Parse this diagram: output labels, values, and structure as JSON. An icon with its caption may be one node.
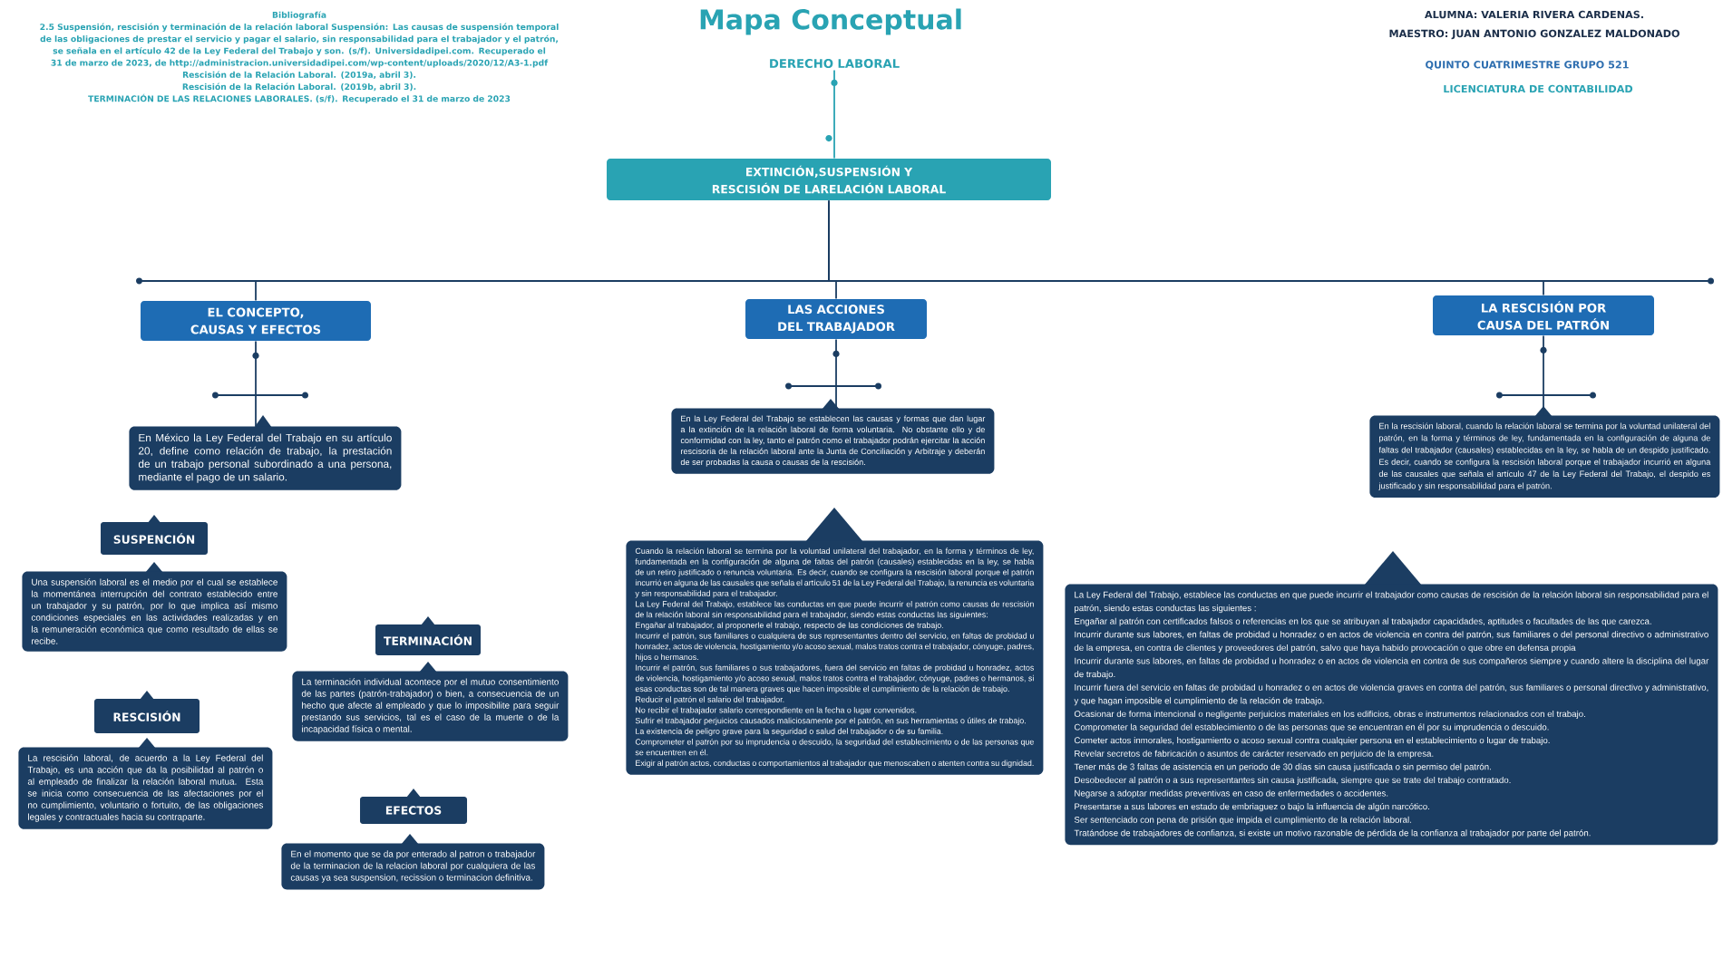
{
  "diagram": {
    "title": "Mapa Conceptual",
    "nodes": [
      {
        "text": [
          "DERECHO LABORAL"
        ]
      },
      {
        "text": [
          "EXTINCIÓN,SUSPENSIÓN Y RESCISIÓN DE LARELACIÓN LABORAL"
        ]
      },
      {
        "text": [
          "EL CONCEPTO, CAUSAS Y EFECTOS"
        ]
      },
      {
        "text": [
          "LAS ACCIONES DEL TRABAJADOR"
        ]
      },
      {
        "text": [
          "LA RESCISIÓN POR CAUSA DEL PATRÓN"
        ]
      },
      {
        "text": [
          "En México la Ley Federal del Trabajo en su artículo 20, define como relación de trabajo, la prestación de un trabajo personal subordinado a una persona, mediante el pago de un salario."
        ]
      },
      {
        "text": [
          "SUSPENCIÓN"
        ]
      },
      {
        "text": [
          "Una suspensión laboral es el medio por el cual se establece la momentánea interrupción del contrato establecido entre un trabajador y su patrón, por lo que implica así mismo condiciones especiales en las actividades realizadas y en la remuneración económica que como resultado de ellas se recibe."
        ]
      },
      {
        "text": [
          "RESCISIÓN"
        ]
      },
      {
        "text": [
          "La rescisión laboral, de acuerdo a la Ley Federal del Trabajo, es una acción que da la posibilidad al patrón o al empleado de finalizar la relación laboral mutua. Esta se inicia como consecuencia de las afectaciones por el no cumplimiento, voluntario o fortuito, de las obligaciones legales y contractuales hacia su contraparte."
        ]
      },
      {
        "text": [
          "TERMINACIÓN"
        ]
      },
      {
        "text": [
          "La terminación individual acontece por el mutuo consentimiento de las partes (patrón-trabajador) o bien, a consecuencia de un hecho que afecte al empleado y que lo imposibilite para seguir prestando sus servicios, tal es el caso de la muerte o de la incapacidad física o mental."
        ]
      },
      {
        "text": [
          "EFECTOS"
        ]
      },
      {
        "text": [
          "En el momento que se da por enterado al patron o trabajador de la terminacion de la relacion laboral por cualquiera de las causas ya sea suspension, recission o terminacion definitiva."
        ]
      },
      {
        "text": [
          "En la Ley Federal del Trabajo se establecen las causas y formas que dan lugar a la extinción de la relación laboral de forma voluntaria. No obstante ello y de conformidad con la ley, tanto el patrón como el trabajador podrán ejercitar la acción rescisoria de la relación laboral ante la Junta de Conciliación y Arbitraje y deberán de ser probadas la causa o causas de la rescisión."
        ]
      },
      {
        "text": [
          "Cuando la relación laboral se termina por la voluntad unilateral del trabajador, en la forma y términos de ley, fundamentada en la configuración de alguna de faltas del patrón (causales) establecidas en la ley, se habla de un retiro justificado o renuncia voluntaria. Es decir, cuando se configura la rescisión laboral porque el patrón incurrió en alguna de las causales que señala el artículo 51 de la Ley Federal del Trabajo, la renuncia es voluntaria y sin responsabilidad para el trabajador.",
          "La Ley Federal del Trabajo, establece las conductas en que puede incurrir el patrón como causas de rescisión de la relación laboral sin responsabilidad para el trabajador, siendo estas conductas las siguientes:",
          "Engañar al trabajador, al proponerle el trabajo, respecto de las condiciones de trabajo.",
          "Incurrir el patrón, sus familiares o cualquiera de sus representantes dentro del servicio, en faltas de probidad u honradez, actos de violencia, hostigamiento y/o acoso sexual, malos tratos contra el trabajador, cónyuge, padres, hijos o hermanos.",
          "Incurrir el patrón, sus familiares o sus trabajadores, fuera del servicio en faltas de probidad u honradez, actos de violencia, hostigamiento y/o acoso sexual, malos tratos contra el trabajador, cónyuge, padres o hermanos, si esas conductas son de tal manera graves que hacen imposible el cumplimiento de la relación de trabajo.",
          "Reducir el patrón el salario del trabajador.",
          "No recibir el trabajador salario correspondiente en la fecha o lugar convenidos.",
          "Sufrir el trabajador perjuicios causados maliciosamente por el patrón, en sus herramientas o útiles de trabajo.",
          "La existencia de peligro grave para la seguridad o salud del trabajador o de su familia.",
          "Comprometer el patrón por su imprudencia o descuido, la seguridad del establecimiento o de las personas que se encuentren en él.",
          "Exigir al patrón actos, conductas o comportamientos al trabajador que menoscaben o atenten contra su dignidad."
        ]
      },
      {
        "text": [
          "En la rescisión laboral, cuando la relación laboral se termina por la voluntad unilateral del patrón, en la forma y términos de ley, fundamentada en la configuración de alguna de faltas del trabajador (causales) establecidas en la ley, se habla de un despido justificado. Es decir, cuando se configura la rescisión laboral porque el trabajador incurrió en alguna de las causales que señala el artículo 47 de la Ley Federal del Trabajo, el despido es justificado y sin responsabilidad para el patrón."
        ]
      },
      {
        "text": [
          "La Ley Federal del Trabajo, establece las conductas en que puede incurrir el trabajador como causas de rescisión de la relación laboral sin responsabilidad para el patrón, siendo estas conductas las siguientes :",
          "Engañar al patrón con certificados falsos o referencias en los que se atribuyan al trabajador capacidades, aptitudes o facultades de las que carezca.",
          "Incurrir durante sus labores, en faltas de probidad u honradez o en actos de violencia en contra del patrón, sus familiares o del personal directivo o administrativo de la empresa, en contra de clientes y proveedores del patrón, salvo que haya habido provocación o que obre en defensa propia",
          "Incurrir durante sus labores, en faltas de probidad u honradez o en actos de violencia en contra de sus compañeros siempre y cuando altere la disciplina del lugar de trabajo.",
          "Incurrir fuera del servicio en faltas de probidad u honradez o en actos de violencia graves en contra del patrón, sus familiares o personal directivo y administrativo, y que hagan imposible el cumplimiento de la relación de trabajo.",
          "Ocasionar de forma intencional o negligente perjuicios materiales en los edificios, obras e instrumentos relacionados con el trabajo.",
          "Comprometer la seguridad del establecimiento o de las personas que se encuentran en él por su imprudencia o descuido.",
          "Cometer actos inmorales, hostigamiento o acoso sexual contra cualquier persona en el establecimiento o lugar de trabajo.",
          "Revelar secretos de fabricación o asuntos de carácter reservado en perjuicio de la empresa.",
          "Tener más de 3 faltas de asistencia en un periodo de 30 días sin causa justificada o sin permiso del patrón.",
          "Desobedecer al patrón o a sus representantes sin causa justificada, siempre que se trate del trabajo contratado.",
          "Negarse a adoptar medidas preventivas en caso de enfermedades o accidentes.",
          "Presentarse a sus labores en estado de embriaguez o bajo la influencia de algún narcótico.",
          "Ser sentenciado con pena de prisión que impida el cumplimiento de la relación laboral.",
          "Tratándose de trabajadores de confianza, si existe un motivo razonable de pérdida de la confianza al trabajador por parte del patrón."
        ]
      }
    ],
    "edges": [
      {
        "from": 0,
        "to": 1,
        "arrow": "none",
        "color": "#29a3b3"
      },
      {
        "from": 1,
        "to": 2,
        "arrow": "none"
      },
      {
        "from": 1,
        "to": 3,
        "arrow": "none"
      },
      {
        "from": 1,
        "to": 4,
        "arrow": "none"
      },
      {
        "from": 2,
        "to": 5,
        "arrow": "none"
      },
      {
        "from": 3,
        "to": 14,
        "arrow": "none"
      },
      {
        "from": 4,
        "to": 16,
        "arrow": "none"
      }
    ],
    "labels": [
      "Bibliografía",
      "2.5 Suspensión, rescisión y terminación de la relación laboral Suspensión: Las causas de suspensión temporal de las obligaciones de prestar el servicio y pagar el salario, sin responsabilidad para el trabajador y el patrón, se señala en el artículo 42 de la Ley Federal del Trabajo y son. (s/f). Universidadipei.com. Recuperado el 31 de marzo de 2023, de http://administracion.universidadipei.com/wp-content/uploads/2020/12/A3-1.pdf",
      "Rescisión de la Relación Laboral. (2019a, abril 3).",
      "Rescisión de la Relación Laboral. (2019b, abril 3).",
      "TERMINACIÓN DE LAS RELACIONES LABORALES. (s/f). Recuperado el 31 de marzo de 2023",
      "ALUMNA: VALERIA RIVERA CARDENAS.",
      "MAESTRO: JUAN ANTONIO GONZALEZ MALDONADO",
      "QUINTO CUATRIMESTRE GRUPO 521",
      "LICENCIATURA DE CONTABILIDAD"
    ]
  }
}
